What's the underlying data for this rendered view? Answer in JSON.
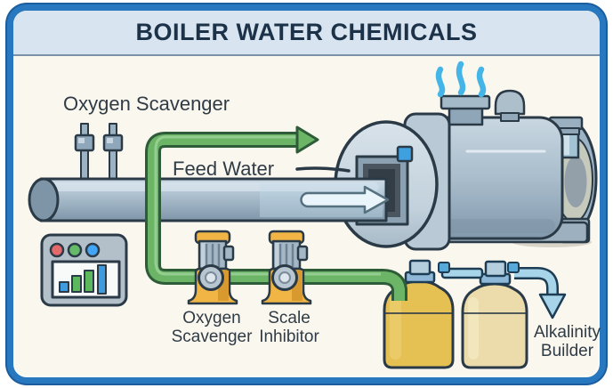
{
  "title": "BOILER WATER CHEMICALS",
  "labels": {
    "injection_point": "Oxygen Scavenger",
    "feed_water": "Feed Water",
    "pump_oxygen_scavenger": [
      "Oxygen",
      "Scavenger"
    ],
    "pump_scale_inhibitor": [
      "Scale",
      "Inhibitor"
    ],
    "alkalinity_builder": [
      "Alkalinity",
      "Builder"
    ]
  },
  "icons": {
    "steam": "steam-wisps-icon",
    "flow_right": "flow-arrow-right-icon",
    "dosing_arrow": "green-arrow-right-icon",
    "dosing_down": "blue-arrow-down-icon",
    "panel_chart": "bar-chart-icon",
    "panel_dots": "status-dots-icon"
  },
  "colors": {
    "frame_blue": "#2878bf",
    "frame_blue_dark": "#1b5d9e",
    "header_bg": "#d8e5f1",
    "header_line": "#7b92a8",
    "canvas_bg": "#faf7ef",
    "outline": "#2b3a47",
    "title_ink": "#1c3248",
    "ink": "#2f3b45",
    "pipe_dark": "#7e95a8",
    "boiler_mid": "#a9bdcc",
    "band": "#b9c9d6",
    "green": "#6cb567",
    "green_dark": "#2e5c38",
    "green_light": "#9fd49b",
    "steam": "#45b5e8",
    "pump_yellow": "#f1b546",
    "pump_yellow_dark": "#d89a2f",
    "metal": "#a4b7c6",
    "tank1_yellow": "#e5c052",
    "tank2_cream": "#ecdcab",
    "cap_blue": "#8fb8d8",
    "tube_blue": "#a8d4ea",
    "tube_dark": "#1d3d55",
    "panel_gray": "#b3bfc9",
    "screen_white": "#f7faf9",
    "dot_red": "#e4696b",
    "dot_green": "#66bb6a",
    "dot_blue": "#42a5f5",
    "bar_blue": "#3f9be0",
    "bar_green": "#5cb85c",
    "opening_dark": "#4a555f",
    "opening_darker": "#333d45"
  }
}
